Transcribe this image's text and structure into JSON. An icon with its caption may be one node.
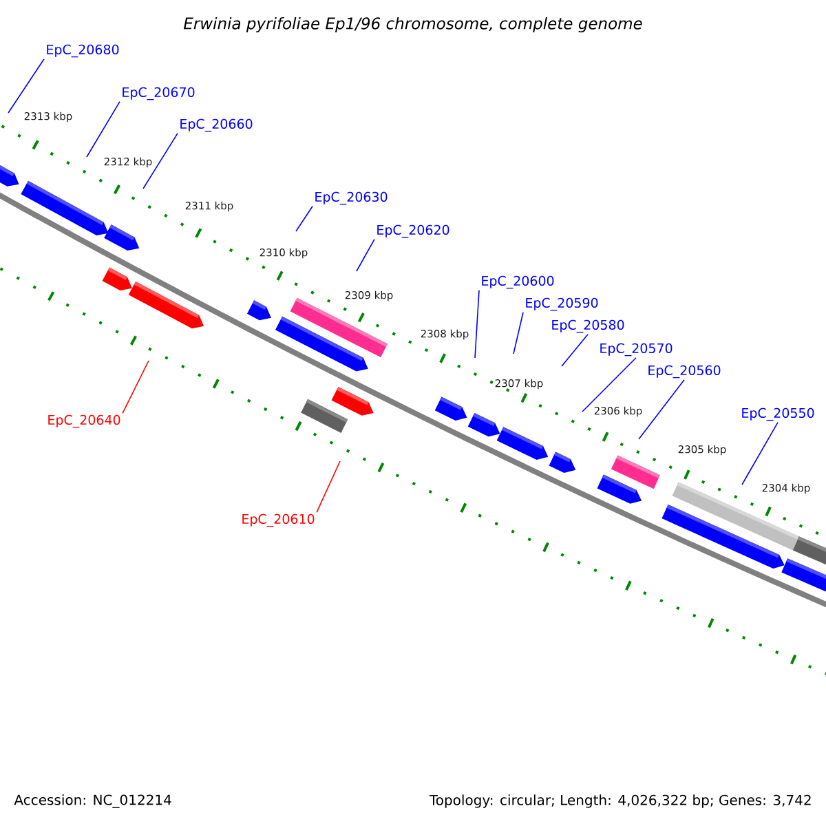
{
  "diagram": {
    "title": "Erwinia pyrifoliae Ep1/96 chromosome, complete genome",
    "nodes": [
      {
        "text": [
          "EpC_20680"
        ]
      },
      {
        "text": [
          "EpC_20670"
        ]
      },
      {
        "text": [
          "EpC_20660"
        ]
      },
      {
        "text": [
          "EpC_20630"
        ]
      },
      {
        "text": [
          "EpC_20620"
        ]
      },
      {
        "text": [
          "EpC_20600"
        ]
      },
      {
        "text": [
          "EpC_20590"
        ]
      },
      {
        "text": [
          "EpC_20580"
        ]
      },
      {
        "text": [
          "EpC_20570"
        ]
      },
      {
        "text": [
          "EpC_20560"
        ]
      },
      {
        "text": [
          "EpC_20550"
        ]
      },
      {
        "text": [
          "EpC_20640"
        ]
      },
      {
        "text": [
          "EpC_20610"
        ]
      }
    ],
    "edges": [
      {
        "from": 0,
        "to": null,
        "arrow": "none"
      },
      {
        "from": 1,
        "to": null,
        "arrow": "none"
      },
      {
        "from": 2,
        "to": null,
        "arrow": "none"
      },
      {
        "from": 3,
        "to": null,
        "arrow": "none"
      },
      {
        "from": 4,
        "to": null,
        "arrow": "none"
      },
      {
        "from": 5,
        "to": null,
        "arrow": "none"
      },
      {
        "from": 6,
        "to": null,
        "arrow": "none"
      },
      {
        "from": 7,
        "to": null,
        "arrow": "none"
      },
      {
        "from": 8,
        "to": null,
        "arrow": "none"
      },
      {
        "from": 9,
        "to": null,
        "arrow": "none"
      },
      {
        "from": 10,
        "to": null,
        "arrow": "none"
      },
      {
        "from": 11,
        "to": null,
        "arrow": "none",
        "color": "#ff0000"
      },
      {
        "from": 12,
        "to": null,
        "arrow": "none",
        "color": "#ff0000"
      }
    ],
    "labels": [
      "2313 kbp",
      "2312 kbp",
      "2311 kbp",
      "2310 kbp",
      "2309 kbp",
      "2308 kbp",
      "2307 kbp",
      "2306 kbp",
      "2305 kbp",
      "2304 kbp",
      "Accession: NC_012214",
      "Topology: circular; Length: 4,026,322 bp; Genes: 3,742"
    ]
  }
}
